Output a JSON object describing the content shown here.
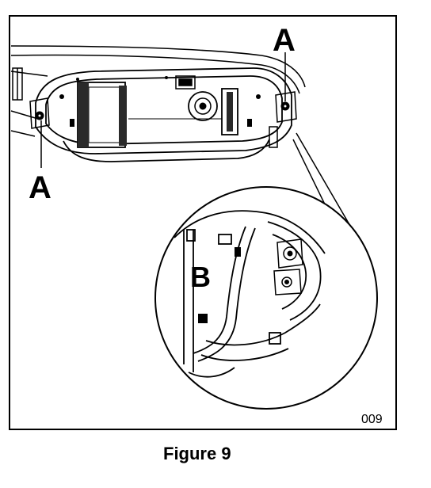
{
  "callouts": {
    "top_right": "A",
    "left": "A",
    "inset": "B"
  },
  "figure_code": "009",
  "caption": "Figure 9"
}
